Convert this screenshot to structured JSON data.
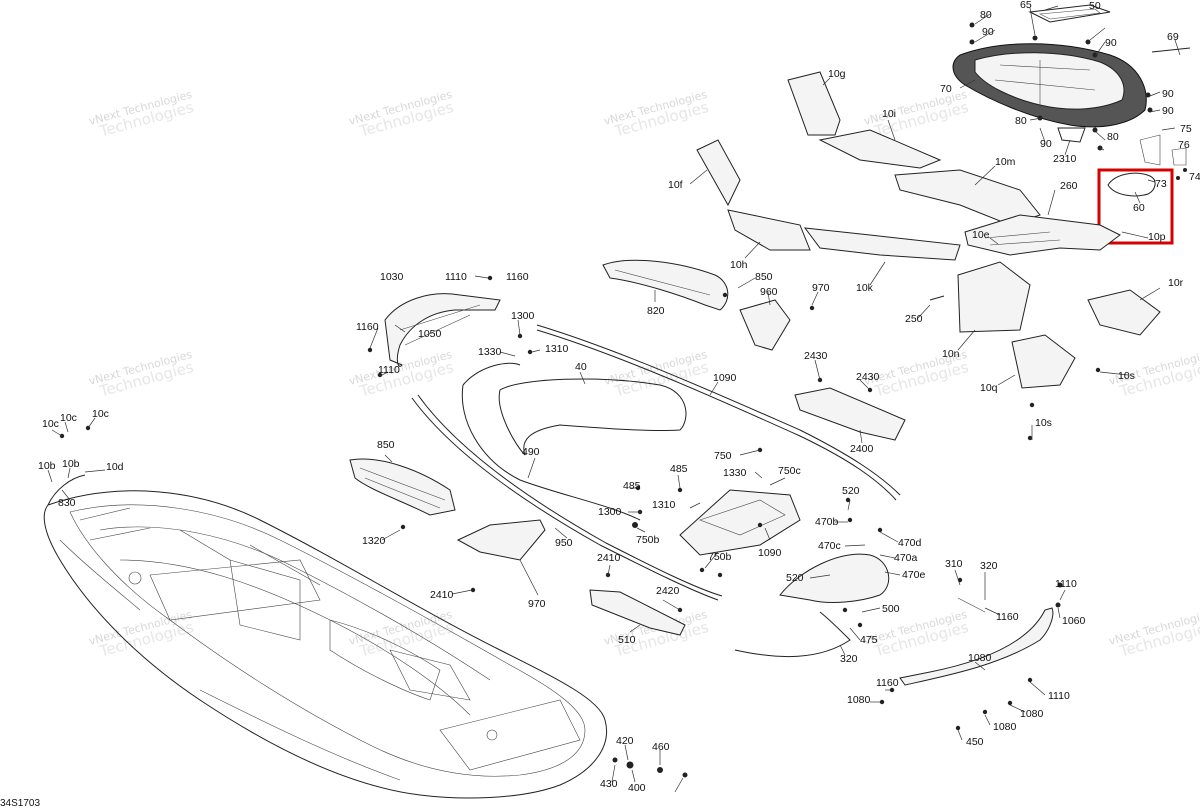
{
  "diagram": {
    "doc_id": "34S1703",
    "watermark_text": [
      "vNext Technologies",
      "Technologies"
    ],
    "highlight_color": "#d60000",
    "callouts": [
      "50",
      "65",
      "80",
      "90",
      "90",
      "69",
      "70",
      "90",
      "90",
      "75",
      "76",
      "74",
      "80",
      "90",
      "80",
      "2310",
      "73",
      "60",
      "10p",
      "10g",
      "10i",
      "10f",
      "10m",
      "260",
      "10e",
      "10h",
      "10k",
      "10n",
      "10r",
      "250",
      "10q",
      "10s",
      "10s",
      "1110",
      "1160",
      "1030",
      "1160",
      "1050",
      "1110",
      "1300",
      "1330",
      "1310",
      "40",
      "1090",
      "820",
      "850",
      "960",
      "970",
      "2430",
      "2430",
      "2400",
      "10c",
      "10c",
      "10c",
      "10b",
      "10b",
      "10d",
      "830",
      "850",
      "1320",
      "490",
      "485",
      "750",
      "750c",
      "1330",
      "485",
      "1310",
      "1300",
      "750b",
      "750b",
      "1090",
      "950",
      "970",
      "2410",
      "2410",
      "2420",
      "510",
      "520",
      "470b",
      "470d",
      "470c",
      "470a",
      "470e",
      "520",
      "500",
      "475",
      "320",
      "310",
      "320",
      "1160",
      "1110",
      "1060",
      "1080",
      "1110",
      "1160",
      "1080",
      "1080",
      "1080",
      "450",
      "420",
      "460",
      "430",
      "400"
    ]
  }
}
